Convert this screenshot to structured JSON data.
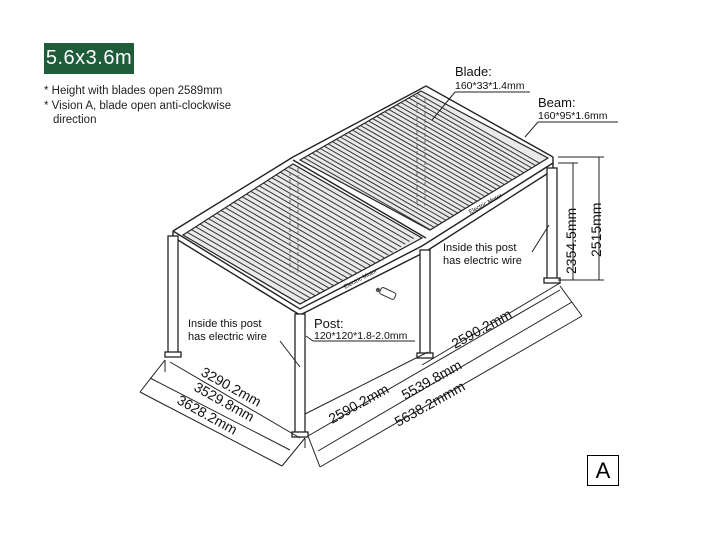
{
  "title_badge": {
    "text": "5.6x3.6m",
    "color": "#1e5c3a"
  },
  "notes": {
    "line1": "* Height with blades open 2589mm",
    "line2": "* Vision A, blade open anti-clockwise",
    "line3": "direction"
  },
  "callouts": {
    "blade_label": "Blade:",
    "blade_spec": "160*33*1.4mm",
    "beam_label": "Beam:",
    "beam_spec": "160*95*1.6mm",
    "post_label": "Post:",
    "post_spec": "120*120*1.8-2.0mm",
    "wire_right_1": "Inside this post",
    "wire_right_2": "has electric wire",
    "wire_left_1": "Inside this post",
    "wire_left_2": "has electric wire",
    "motor_front": "Electric Motor",
    "motor_back": "Electric Motor"
  },
  "dimensions": {
    "height_inner": "2354.5mm",
    "height_total": "2515mm",
    "depth_1": "3290.2mm",
    "depth_2": "3529.8mm",
    "depth_3": "3628.2mm",
    "span_front": "2590.2mm",
    "span_back": "2590.2mm",
    "length_1": "5539.8mm",
    "length_2": "5638.2mmm"
  },
  "view_label": "A",
  "icons": {
    "remote": "remote-control-icon"
  }
}
